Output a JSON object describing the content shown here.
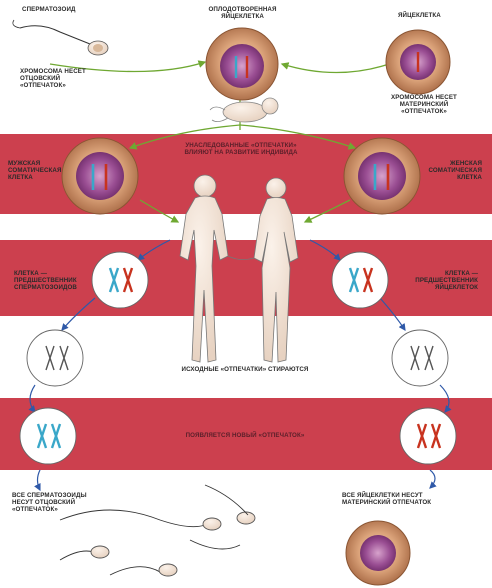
{
  "labels": {
    "sperm": "СПЕРМАТОЗОИД",
    "fertilized_egg": "ОПЛОДОТВОРЕННАЯ\nЯЙЦЕКЛЕТКА",
    "egg": "ЯЙЦЕКЛЕТКА",
    "paternal_chromosome": "ХРОМОСОМА НЕСЕТ\nОТЦОВСКИЙ\n«ОТПЕЧАТОК»",
    "maternal_chromosome": "ХРОМОСОМА НЕСЕТ\nМАТЕРИНСКИЙ\n«ОТПЕЧАТОК»",
    "inherited_imprints": "УНАСЛЕДОВАННЫЕ «ОТПЕЧАТКИ»\nВЛИЯЮТ НА РАЗВИТИЕ ИНДИВИДА",
    "male_somatic_cell": "МУЖСКАЯ\nСОМАТИЧЕСКАЯ\nКЛЕТКА",
    "female_somatic_cell": "ЖЕНСКАЯ\nСОМАТИЧЕСКАЯ\nКЛЕТКА",
    "sperm_precursor": "КЛЕТКА —\nПРЕДШЕСТВЕННИК\nСПЕРМАТОЗОИДОВ",
    "egg_precursor": "КЛЕТКА —\nПРЕДШЕСТВЕННИК\nЯЙЦЕКЛЕТОК",
    "imprints_erased": "ИСХОДНЫЕ «ОТПЕЧАТКИ» СТИРАЮТСЯ",
    "new_imprint": "ПОЯВЛЯЕТСЯ НОВЫЙ «ОТПЕЧАТОК»",
    "all_sperm": "ВСЕ СПЕРМАТОЗОИДЫ\nНЕСУТ ОТЦОВСКИЙ\n«ОТПЕЧАТОК»",
    "all_eggs": "ВСЕ ЯЙЦЕКЛЕТКИ НЕСУТ\nМАТЕРИНСКИЙ ОТПЕЧАТОК"
  },
  "colors": {
    "band": "#c8303f",
    "paternal": "#3aa7c9",
    "maternal": "#c8331f",
    "cell_outer": "#c98a5c",
    "nucleus": "#8f3b88",
    "arrow_green": "#6fa832",
    "arrow_blue": "#2f59a8"
  }
}
